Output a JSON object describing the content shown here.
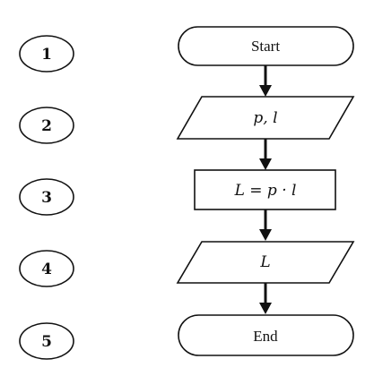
{
  "diagram": {
    "steps": [
      {
        "number": "1",
        "shape": "terminator",
        "text": "Start"
      },
      {
        "number": "2",
        "shape": "io",
        "text": "p, l"
      },
      {
        "number": "3",
        "shape": "process",
        "text": "L = p · l"
      },
      {
        "number": "4",
        "shape": "io",
        "text": "L"
      },
      {
        "number": "5",
        "shape": "terminator",
        "text": "End"
      }
    ],
    "colors": {
      "ink": "#111111",
      "background": "#ffffff"
    }
  }
}
